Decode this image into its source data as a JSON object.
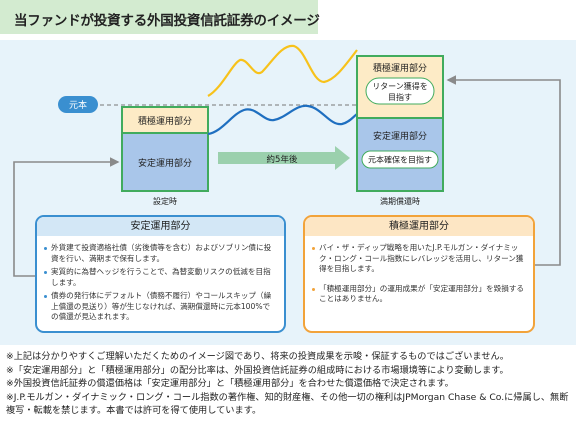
{
  "header": {
    "title": "当ファンドが投資する外国投資信託証券のイメージ"
  },
  "diagram": {
    "principal_label": "元本",
    "start": {
      "active_label": "積極運用部分",
      "stable_label": "安定運用部分",
      "time_label": "設定時"
    },
    "arrow_label": "約5年後",
    "end": {
      "active_label": "積極運用部分",
      "return_bubble": [
        "リターン獲得を",
        "目指す"
      ],
      "stable_label": "安定運用部分",
      "principal_bubble": "元本確保を目指す",
      "time_label": "満期償還時"
    }
  },
  "stable_panel": {
    "title": "安定運用部分",
    "bullets": [
      "外貨建て投資適格社債（劣後債等を含む）およびソブリン債に投資を行い、満期まで保有します。",
      "実質的に為替ヘッジを行うことで、為替変動リスクの低減を目指します。",
      "債券の発行体にデフォルト（債務不履行）やコールスキップ（繰上償還の見送り）等が生じなければ、満期償還時に元本100%での償還が見込まれます。"
    ]
  },
  "active_panel": {
    "title": "積極運用部分",
    "bullets": [
      "バイ・ザ・ディップ戦略を用いたJ.P.モルガン・ダイナミック・ロング・コール指数にレバレッジを活用し、リターン獲得を目指します。",
      "「積極運用部分」の運用成果が「安定運用部分」を毀損することはありません。"
    ]
  },
  "notes": [
    "※上記は分かりやすくご理解いただくためのイメージ図であり、将来の投資成果を示唆・保証するものではございません。",
    "※「安定運用部分」と「積極運用部分」の配分比率は、外国投資信託証券の組成時における市場環境等により変動します。",
    "※外国投資信託証券の償還価格は「安定運用部分」と「積極運用部分」を合わせた償還価格で決定されます。",
    "※J.P.モルガン・ダイナミック・ロング・コール指数の著作権、知的財産権、その他一切の権利はJPMorgan Chase & Co.に帰属し、無断複写・転載を禁じます。本書では許可を得て使用しています。"
  ],
  "colors": {
    "header_bg": "#d3ebd0",
    "diagram_bg": "#e7f3fa",
    "active_fill": "#fdebc6",
    "stable_fill": "#a9c6ea",
    "frame_green": "#41ab5d",
    "blue": "#3a8fd0",
    "orange": "#f2a33a",
    "yellow_line": "#f7c21b"
  }
}
